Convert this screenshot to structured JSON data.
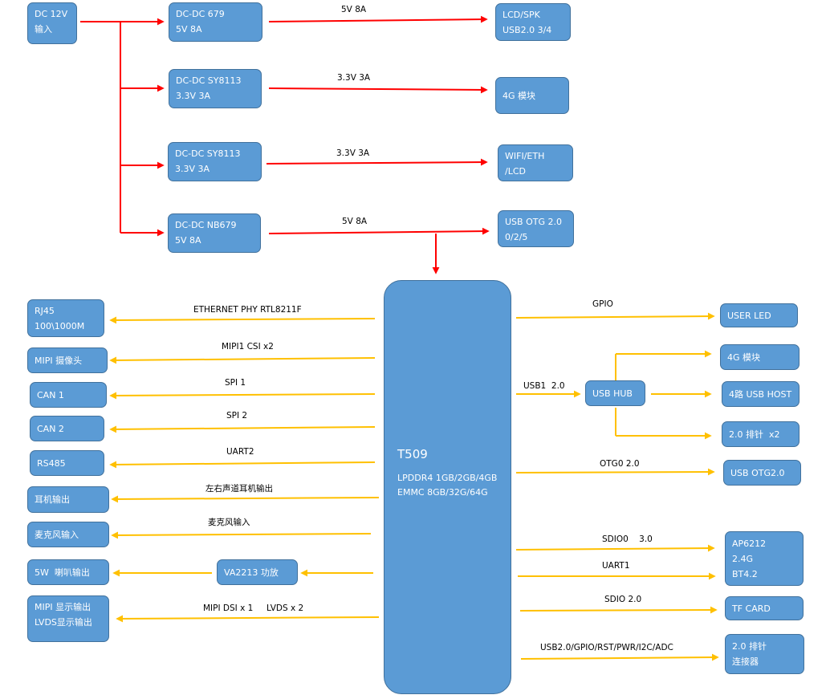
{
  "colors": {
    "power": "#ff0000",
    "signal": "#ffc000",
    "box_fill": "#5b9bd5",
    "box_border": "#41719c"
  },
  "input_box": {
    "line1": "DC 12V",
    "line2": "输入"
  },
  "dcdc": [
    {
      "line1": "DC-DC 679",
      "line2": "5V 8A"
    },
    {
      "line1": "DC-DC SY8113",
      "line2": "3.3V 3A"
    },
    {
      "line1": "DC-DC SY8113",
      "line2": "3.3V 3A"
    },
    {
      "line1": "DC-DC NB679",
      "line2": "5V 8A"
    }
  ],
  "power_rails": [
    "5V 8A",
    "3.3V 3A",
    "3.3V 3A",
    "5V 8A"
  ],
  "power_loads": [
    {
      "line1": "LCD/SPK",
      "line2": "USB2.0 3/4"
    },
    {
      "line1": "4G 模块",
      "line2": ""
    },
    {
      "line1": "WIFI/ETH",
      "line2": "/LCD"
    },
    {
      "line1": "USB OTG 2.0",
      "line2": "0/2/5"
    }
  ],
  "soc": {
    "name": "T509",
    "mem": "LPDDR4 1GB/2GB/4GB",
    "storage": "EMMC 8GB/32G/64G"
  },
  "left_links": [
    {
      "label": "ETHERNET PHY RTL8211F",
      "box_line1": "RJ45",
      "box_line2": "100\\1000M"
    },
    {
      "label": "MIPI1 CSI x2",
      "box_line1": "MIPI 摄像头",
      "box_line2": ""
    },
    {
      "label": "SPI 1",
      "box_line1": "CAN 1",
      "box_line2": ""
    },
    {
      "label": "SPI 2",
      "box_line1": "CAN 2",
      "box_line2": ""
    },
    {
      "label": "UART2",
      "box_line1": "RS485",
      "box_line2": ""
    },
    {
      "label": "左右声道耳机输出",
      "box_line1": "耳机输出",
      "box_line2": ""
    },
    {
      "label": "麦克风输入",
      "box_line1": "麦克风输入",
      "box_line2": ""
    },
    {
      "label": "",
      "box_line1": "5W  喇叭输出",
      "box_line2": ""
    },
    {
      "label": "MIPI DSI x 1     LVDS x 2",
      "box_line1": "MIPI 显示输出",
      "box_line2": "LVDS显示输出"
    }
  ],
  "amp": {
    "label": "VA2213 功放"
  },
  "right_links": [
    {
      "label": "GPIO",
      "box_line1": "USER LED",
      "box_line2": "",
      "box_line3": ""
    },
    {
      "label": "USB1  2.0",
      "box_line1": "USB HUB",
      "box_line2": "",
      "box_line3": ""
    },
    {
      "label": "OTG0 2.0",
      "box_line1": "USB OTG2.0",
      "box_line2": "",
      "box_line3": ""
    },
    {
      "label": "SDIO0    3.0",
      "box_line1": "AP6212",
      "box_line2": "2.4G",
      "box_line3": "BT4.2"
    },
    {
      "label": "UART1",
      "box_line1": "",
      "box_line2": "",
      "box_line3": ""
    },
    {
      "label": "SDIO 2.0",
      "box_line1": "TF CARD",
      "box_line2": "",
      "box_line3": ""
    },
    {
      "label": "USB2.0/GPIO/RST/PWR/I2C/ADC",
      "box_line1": "2.0 排针",
      "box_line2": "连接器",
      "box_line3": ""
    }
  ],
  "hub_outputs": [
    "4G 模块",
    "4路 USB HOST",
    "2.0 排针  x2"
  ]
}
